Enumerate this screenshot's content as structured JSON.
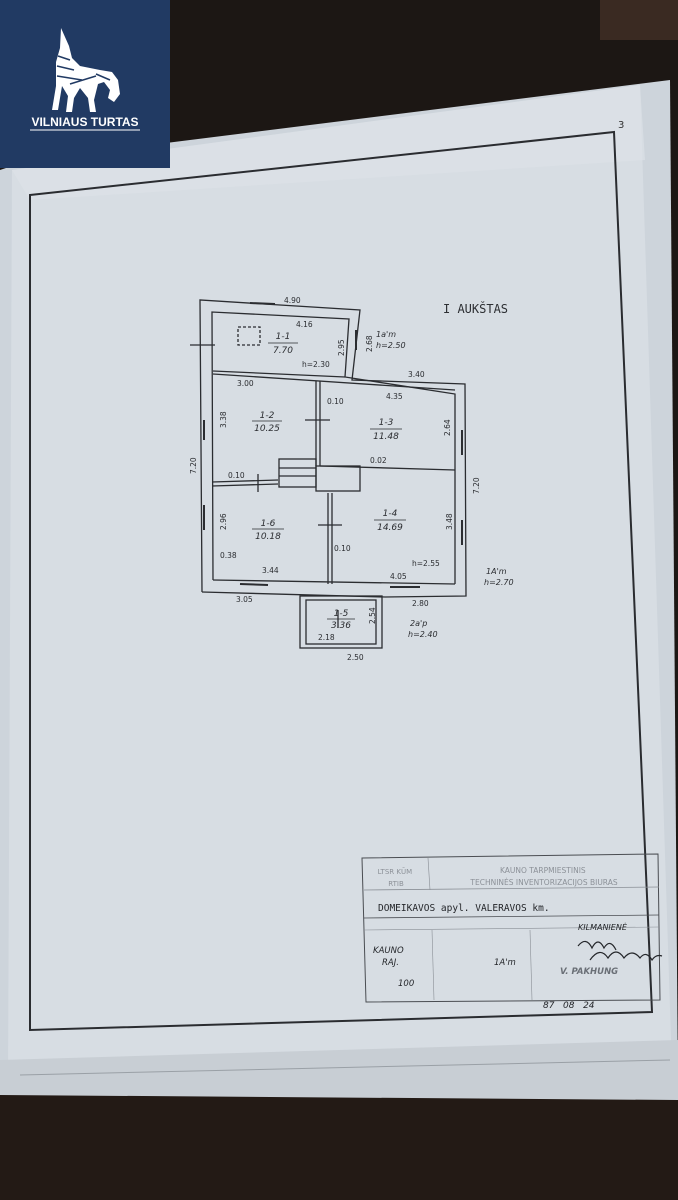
{
  "logo": {
    "name": "VILNIAUS TURTAS",
    "icon": "wolf-logo-icon"
  },
  "sheet": {
    "page_number": "3",
    "floor_title": "I AUKŠTAS",
    "rooms": [
      {
        "code": "1-1",
        "area": "7.70"
      },
      {
        "code": "1-2",
        "area": "10.25"
      },
      {
        "code": "1-3",
        "area": "11.48"
      },
      {
        "code": "1-4",
        "area": "14.69"
      },
      {
        "code": "1-5",
        "area": "3.36"
      },
      {
        "code": "1-6",
        "area": "10.18"
      }
    ],
    "dimensions": {
      "top_width": "4.90",
      "top_inner": "4.16",
      "annex_height": "h=2.30",
      "annex_side": "2.95",
      "annex_side2": "2.68",
      "right_top": "3.40",
      "room3_top": "4.35",
      "room2_top": "3.00",
      "room2_side": "3.38",
      "wall_a": "0.10",
      "room3_side": "2.64",
      "left_total": "7.20",
      "wall_b": "0.10",
      "partition": "0.02",
      "right_total": "7.20",
      "room6_side": "2.96",
      "room4_side": "3.48",
      "wall_c": "0.10",
      "room4_height": "h=2.55",
      "wall_d": "0.38",
      "room6_bottom": "3.44",
      "room4_bottom": "4.05",
      "bottom_left": "3.05",
      "bottom_right": "2.80",
      "porch_side": "2.54",
      "porch_inner": "2.18",
      "porch_width": "2.50"
    },
    "notes": {
      "annex_mark": "1a'm",
      "annex_height": "h=2.50",
      "main_mark": "1A'm",
      "main_height": "h=2.70",
      "porch_mark": "2a'p",
      "porch_height": "h=2.40"
    },
    "stamp": {
      "left_header": "LTSR KŪM\nRTIB",
      "right_header": "KAUNO TARPMIESTINIS\nTECHNINĖS INVENTORIZACIJOS BIURAS",
      "location": "DOMEIKAVOS apyl. VALERAVOS km.",
      "region": "KAUNO\nRAJ.",
      "scale": "100",
      "building": "1A'm",
      "person1": "KILMANIENĖ",
      "person2": "V. PAKHUNG",
      "date": "87   08   24"
    }
  }
}
